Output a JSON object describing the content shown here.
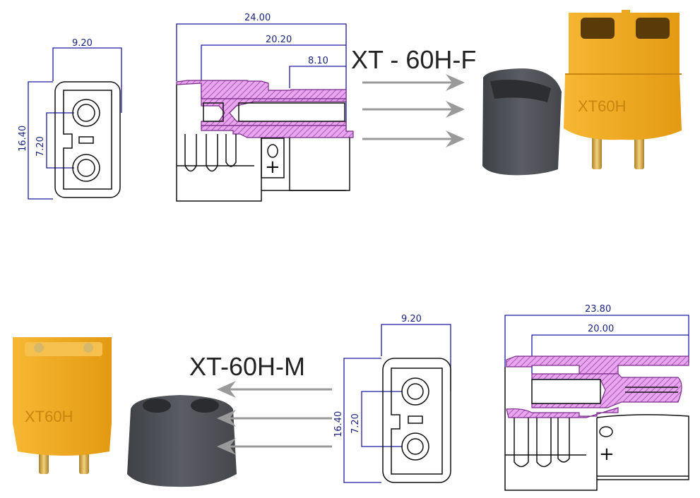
{
  "female": {
    "model": "XT - 60H-F",
    "front_view": {
      "width": "9.20",
      "height": "16.40",
      "pitch": "7.20"
    },
    "side_view": {
      "overall": "24.00",
      "body": "20.20",
      "contact": "8.10",
      "polarity": "+"
    },
    "product_label": "XT60H"
  },
  "male": {
    "model": "XT-60H-M",
    "front_view": {
      "width": "9.20",
      "height": "16.40",
      "pitch": "7.20"
    },
    "side_view": {
      "overall": "23.80",
      "body": "20.00",
      "polarity": "+"
    },
    "product_label": "XT60H"
  },
  "colors": {
    "housing": "#f2a81e",
    "cap": "#505358",
    "dimension": "#1a237e",
    "section_hatch": "#d77ee0",
    "arrow": "#9a9a9a",
    "pin": "#d4a640"
  }
}
